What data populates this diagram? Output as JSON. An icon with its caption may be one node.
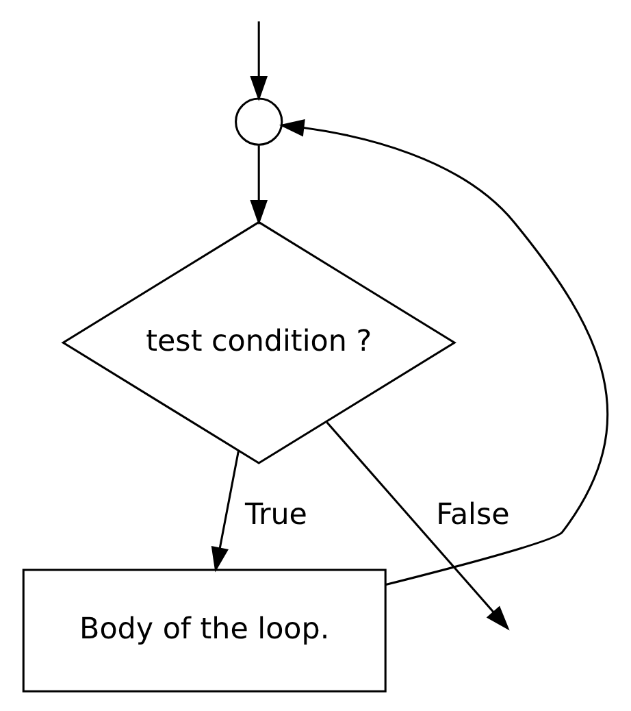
{
  "diagram": {
    "nodes": [
      {
        "text": [],
        "shape": "circle"
      },
      {
        "text": [
          "test condition ?"
        ]
      },
      {
        "text": [
          "Body of the loop."
        ]
      }
    ],
    "edges": [
      {
        "from": null,
        "to": 0,
        "arrow": "to"
      },
      {
        "from": 0,
        "to": 1,
        "arrow": "to"
      },
      {
        "from": 1,
        "to": 2,
        "arrow": "to",
        "label": "True"
      },
      {
        "from": 2,
        "to": 0,
        "arrow": "to"
      },
      {
        "from": 1,
        "to": null,
        "arrow": "to",
        "label": "False"
      }
    ]
  }
}
